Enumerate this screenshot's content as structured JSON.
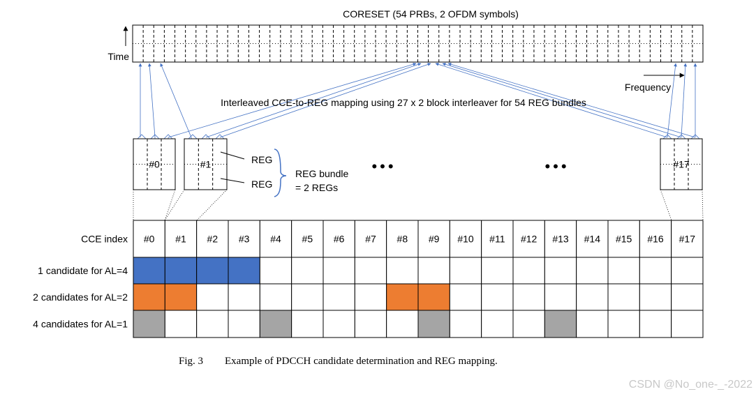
{
  "coreset": {
    "title": "CORESET (54 PRBs, 2 OFDM symbols)",
    "prb_count": 54,
    "symbol_count": 2,
    "time_label": "Time",
    "frequency_label": "Frequency"
  },
  "mapping_label": "Interleaved CCE-to-REG mapping using 27 x 2 block interleaver for 54 REG bundles",
  "cce_boxes": [
    {
      "label": "#0"
    },
    {
      "label": "#1"
    },
    {
      "label": "#17"
    }
  ],
  "reg_labels": {
    "reg_top": "REG",
    "reg_bottom": "REG",
    "bundle_line1": "REG bundle",
    "bundle_line2": "= 2 REGs"
  },
  "ellipsis": [
    "•••",
    "•••"
  ],
  "table": {
    "header_label": "CCE index",
    "cce_indices": [
      "#0",
      "#1",
      "#2",
      "#3",
      "#4",
      "#5",
      "#6",
      "#7",
      "#8",
      "#9",
      "#10",
      "#11",
      "#12",
      "#13",
      "#14",
      "#15",
      "#16",
      "#17"
    ],
    "rows": [
      {
        "label": "1 candidate for AL=4",
        "color": "#4472C4",
        "filled": [
          0,
          1,
          2,
          3
        ]
      },
      {
        "label": "2 candidates for AL=2",
        "color": "#ED7D31",
        "filled": [
          0,
          1,
          8,
          9
        ]
      },
      {
        "label": "4 candidates for AL=1",
        "color": "#A5A5A5",
        "filled": [
          0,
          4,
          9,
          13
        ]
      }
    ]
  },
  "caption": {
    "fig": "Fig. 3",
    "text": "Example of PDCCH candidate determination and REG mapping."
  },
  "watermark": "CSDN @No_one-_-2022",
  "colors": {
    "arrow": "#4472C4",
    "line": "#000000"
  }
}
